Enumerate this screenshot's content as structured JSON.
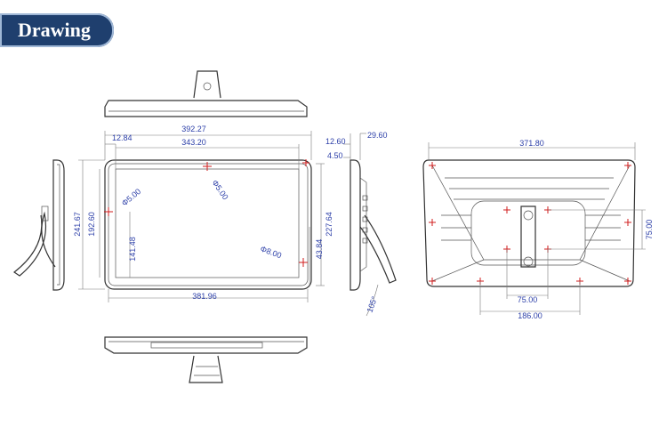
{
  "header": {
    "title": "Drawing"
  },
  "dimensions": {
    "top_width": "392.27",
    "bezel_left": "12.84",
    "active_width": "343.20",
    "outer_height": "241.67",
    "active_height": "192.60",
    "hole_offset": "141.48",
    "inner_height": "227.64",
    "bottom_offset": "43.84",
    "bottom_width": "381.96",
    "hole_dia_1": "Φ5.00",
    "hole_dia_2": "Φ5.00",
    "hole_dia_3": "Φ8.00",
    "side_depth_1": "12.60",
    "side_depth_2": "29.60",
    "side_depth_3": "4.50",
    "tilt_angle": "105°",
    "back_width": "371.80",
    "back_vesa_v": "75.00",
    "back_vesa_h": "75.00",
    "back_span": "186.00"
  },
  "colors": {
    "tab_bg": "#1f3f6e",
    "dimension_text": "#2c3fa8",
    "marker": "#d11c1c"
  }
}
